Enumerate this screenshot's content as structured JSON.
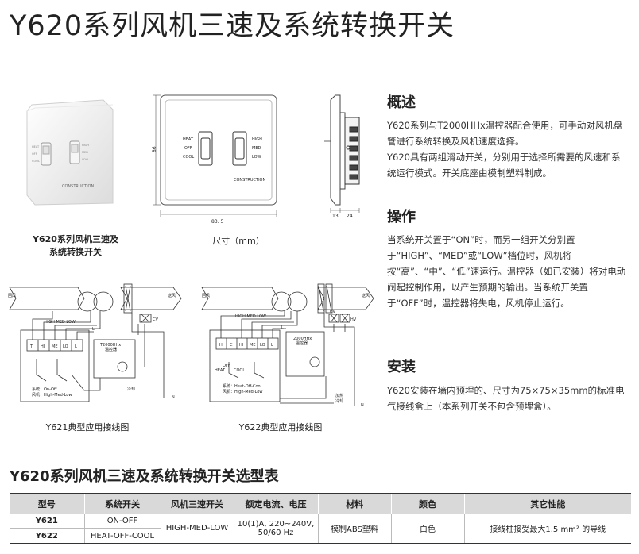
{
  "page_title": "Y620系列风机三速及系统转换开关",
  "product_photo": {
    "caption_line1": "Y620系列风机三速及",
    "caption_line2": "系统转换开关",
    "left_labels": [
      "HEAT",
      "OFF",
      "COOL"
    ],
    "right_labels": [
      "HIGH",
      "MED",
      "LOW"
    ],
    "brand": "CONSTRUCTION"
  },
  "dimension_drawing": {
    "caption": "尺寸（mm）",
    "height_label": "86",
    "width_label": "83. 5",
    "depth_label_1": "13",
    "depth_label_2": "24",
    "left_labels": [
      "HEAT",
      "OFF",
      "COOL"
    ],
    "right_labels": [
      "HIGH",
      "MED",
      "LOW"
    ],
    "brand": "CONSTRUCTION"
  },
  "overview": {
    "heading": "概述",
    "paragraphs": [
      "Y620系列与T2000HHx温控器配合使用，可手动对风机盘管进行系统转换及风机速度选择。",
      "Y620具有两组滑动开关，分别用于选择所需要的风速和系统运行模式。开关底座由模制塑料制成。"
    ]
  },
  "operation": {
    "heading": "操作",
    "paragraphs": [
      "当系统开关置于“ON”时，而另一组开关分别置于“HIGH”、“MED”或“LOW”档位时，风机将按“高”、“中”、“低”速运行。温控器（如已安装）将对电动阀起控制作用，以产生预期的输出。当系统开关置于“OFF”时，温控器将失电，风机停止运行。"
    ]
  },
  "installation": {
    "heading": "安装",
    "paragraphs": [
      "Y620安装在墙内预埋的、尺寸为75×75×35mm的标准电气接线盒上（本系列开关不包含预埋盒）。"
    ]
  },
  "wiring_y621": {
    "caption": "Y621典型应用接线图",
    "return_air": "回风",
    "supply_air": "送风",
    "terminals": [
      "T",
      "HI",
      "ME",
      "LO",
      "L"
    ],
    "wires": "HIGH MED LOW",
    "line_label": "L",
    "neutral_label": "N",
    "thermostat": "T2000HHx",
    "thermostat_sub": "温控器",
    "valve": "CV",
    "cold_label": "冷却",
    "legend_system": "系统：On-Off",
    "legend_fan": "风机：High-Med-Low"
  },
  "wiring_y622": {
    "caption": "Y622典型应用接线图",
    "return_air": "回风",
    "supply_air": "送风",
    "terminals": [
      "H",
      "C",
      "HI",
      "ME",
      "LO",
      "L"
    ],
    "wires": "HIGH MED LOW",
    "line_label": "L",
    "neutral_label": "N",
    "thermostat": "T2000HHx",
    "thermostat_sub": "温控器",
    "valve_1": "CV",
    "valve_2": "HV",
    "mode_labels": [
      "OFF",
      "HEAT",
      "COOL"
    ],
    "heat_label": "加热",
    "cold_label": "冷却",
    "legend_system": "系统：Heat-Off-Cool",
    "legend_fan": "风机：High-Med-Low"
  },
  "selection_table": {
    "title": "Y620系列风机三速及系统转换开关选型表",
    "headers": [
      "型号",
      "系统开关",
      "风机三速开关",
      "额定电流、电压",
      "材料",
      "颜色",
      "其它性能"
    ],
    "rows": [
      {
        "model": "Y621",
        "system": "ON-OFF"
      },
      {
        "model": "Y622",
        "system": "HEAT-OFF-COOL"
      }
    ],
    "fan_speed": "HIGH-MED-LOW",
    "rating_line1": "10(1)A, 220~240V,",
    "rating_line2": "50/60 Hz",
    "material": "模制ABS塑料",
    "color": "白色",
    "other": "接线柱接受最大1.5 mm² 的导线"
  }
}
